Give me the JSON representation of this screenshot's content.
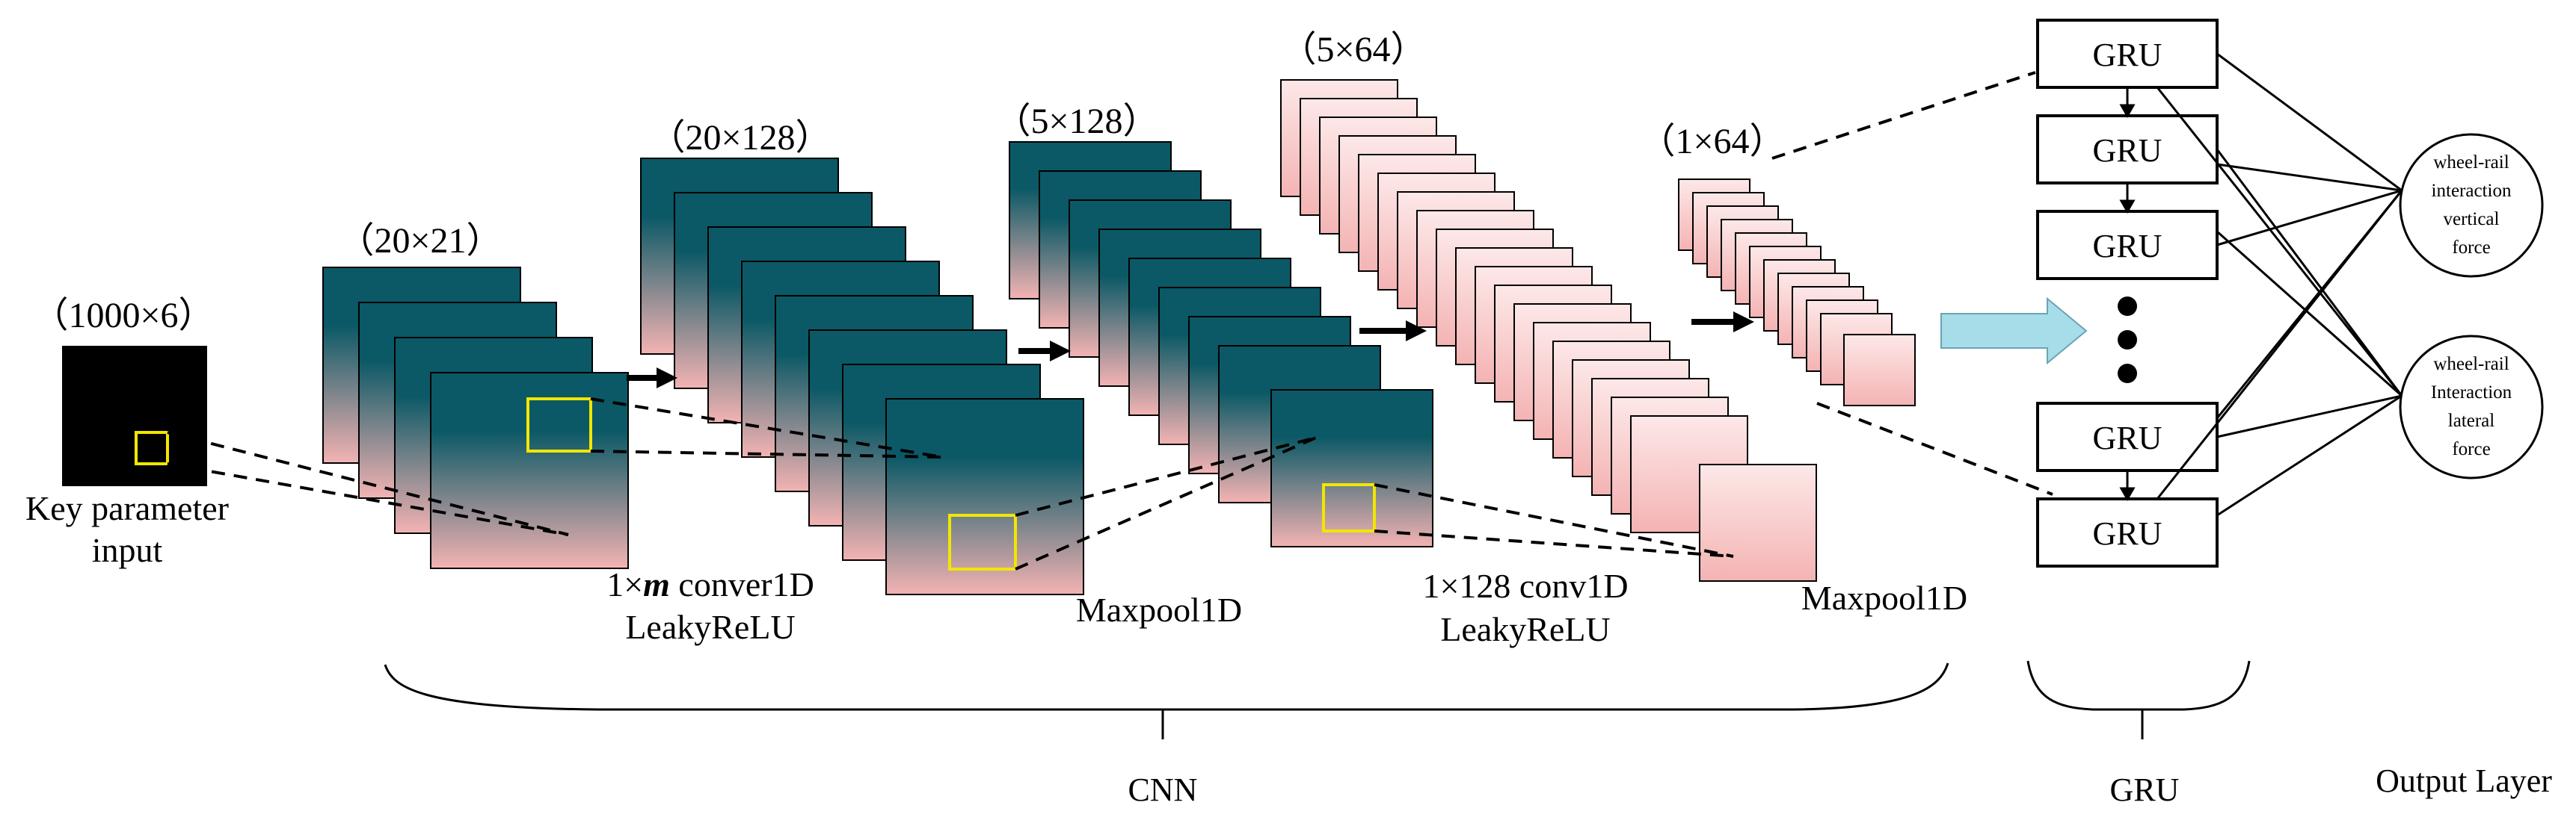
{
  "input": {
    "dims": "（1000×6）",
    "caption_line1": "Key parameter",
    "caption_line2": "input"
  },
  "conv1": {
    "dims_in": "（20×21）",
    "dims_out": "（20×128）",
    "caption_prefix": "1×",
    "caption_var": "m",
    "caption_suffix": " conver1D",
    "caption_line2": "LeakyReLU"
  },
  "pool1": {
    "dims": "（5×128）",
    "caption": "Maxpool1D"
  },
  "conv2": {
    "dims": "（5×64）",
    "caption_line1": "1×128 conv1D",
    "caption_line2": "LeakyReLU"
  },
  "pool2": {
    "dims": "（1×64）",
    "caption": "Maxpool1D"
  },
  "gru": {
    "units": [
      "GRU",
      "GRU",
      "GRU",
      "GRU",
      "GRU"
    ]
  },
  "outputs": [
    {
      "lines": [
        "wheel-rail",
        "interaction",
        "vertical",
        "force"
      ]
    },
    {
      "lines": [
        "wheel-rail",
        "Interaction",
        "lateral",
        "force"
      ]
    }
  ],
  "sections": {
    "cnn": "CNN",
    "gru": "GRU",
    "output": "Output Layer"
  },
  "colors": {
    "map_top": "#0b5966",
    "map_bottom": "#f4b3b3",
    "small_top": "#fde8e8",
    "small_bottom": "#f4b3b3",
    "arrow_fill": "#a6dde8",
    "kernel": "#f2e600"
  }
}
